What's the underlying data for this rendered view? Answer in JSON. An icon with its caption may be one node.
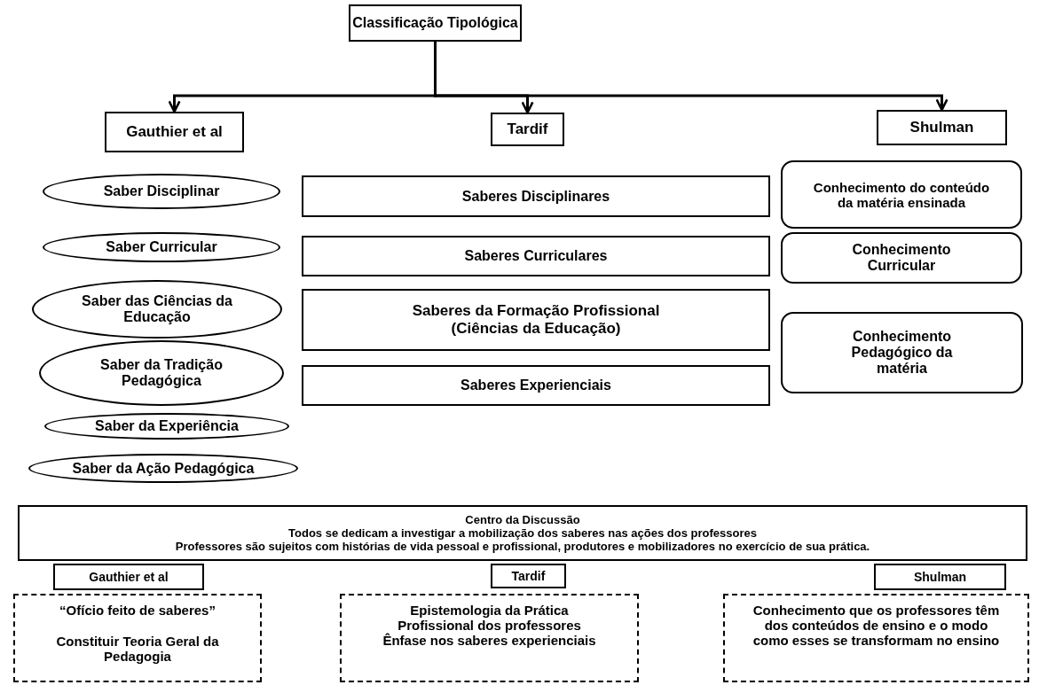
{
  "diagram": {
    "nodes": [
      {
        "text": [
          "Classificação Tipológica"
        ]
      },
      {
        "text": [
          "Gauthier et al"
        ]
      },
      {
        "text": [
          "Tardif"
        ]
      },
      {
        "text": [
          "Shulman"
        ]
      },
      {
        "text": [
          "Saber Disciplinar"
        ]
      },
      {
        "text": [
          "Saber Curricular"
        ]
      },
      {
        "text": [
          "Saber das Ciências da Educação"
        ]
      },
      {
        "text": [
          "Saber da Tradição Pedagógica"
        ]
      },
      {
        "text": [
          "Saber da Experiência"
        ]
      },
      {
        "text": [
          "Saber da Ação Pedagógica"
        ]
      },
      {
        "text": [
          "Saberes Disciplinares"
        ]
      },
      {
        "text": [
          "Saberes Curriculares"
        ]
      },
      {
        "text": [
          "Saberes da Formação Profissional (Ciências da Educação)"
        ]
      },
      {
        "text": [
          "Saberes Experienciais"
        ]
      },
      {
        "text": [
          "Conhecimento do conteúdo da matéria ensinada"
        ]
      },
      {
        "text": [
          "Conhecimento Curricular"
        ]
      },
      {
        "text": [
          "Conhecimento Pedagógico da matéria"
        ]
      },
      {
        "text": [
          "Centro da Discussão",
          "Todos se dedicam a investigar a mobilização dos saberes nas ações dos professores",
          "Professores são sujeitos com histórias de vida pessoal e profissional, produtores e mobilizadores no exercício de sua prática."
        ]
      },
      {
        "text": [
          "Gauthier et al"
        ]
      },
      {
        "text": [
          "Tardif"
        ]
      },
      {
        "text": [
          "Shulman"
        ]
      },
      {
        "text": [
          "“Ofício feito de saberes”",
          "Constituir Teoria Geral da Pedagogia"
        ]
      },
      {
        "text": [
          "Epistemologia da Prática Profissional dos professores",
          "Ênfase nos saberes experienciais"
        ]
      },
      {
        "text": [
          "Conhecimento que os professores têm dos conteúdos de ensino e o modo como esses se transformam no ensino"
        ]
      }
    ],
    "edges": [
      {
        "from": 0,
        "to": 1,
        "arrow": "to"
      },
      {
        "from": 0,
        "to": 2,
        "arrow": "to"
      },
      {
        "from": 0,
        "to": 3,
        "arrow": "to"
      }
    ]
  }
}
